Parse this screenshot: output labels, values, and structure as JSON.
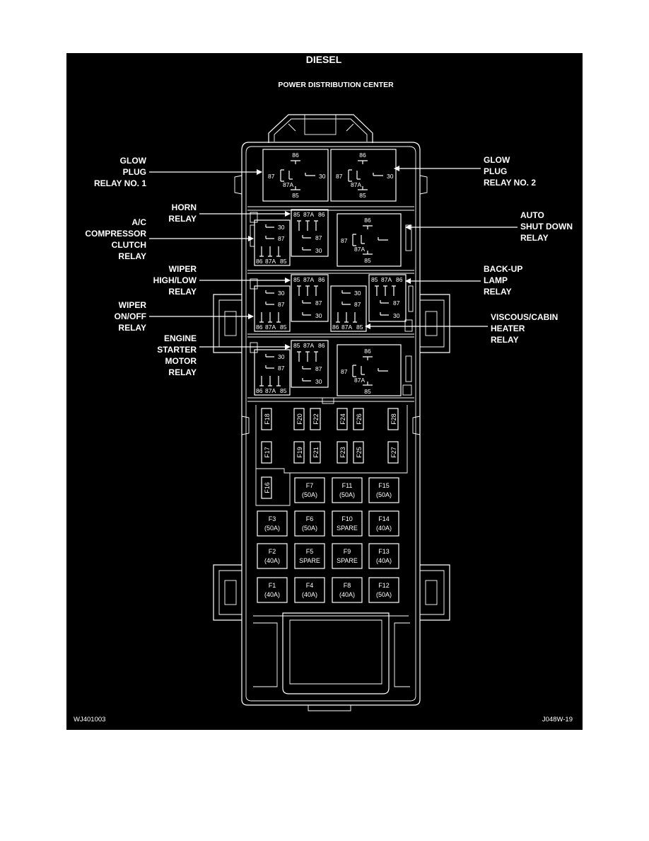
{
  "header": {
    "title": "DIESEL",
    "subtitle": "POWER DISTRIBUTION CENTER"
  },
  "footer": {
    "left_code": "WJ401003",
    "right_code": "J048W-19"
  },
  "colors": {
    "background": "#000000",
    "lines": "#ffffff"
  },
  "callouts": {
    "glow_plug_1": [
      "GLOW",
      "PLUG",
      "RELAY NO. 1"
    ],
    "glow_plug_2": [
      "GLOW",
      "PLUG",
      "RELAY NO. 2"
    ],
    "horn": [
      "HORN",
      "RELAY"
    ],
    "ac_compressor": [
      "A/C",
      "COMPRESSOR",
      "CLUTCH",
      "RELAY"
    ],
    "auto_shutdown": [
      "AUTO",
      "SHUT DOWN",
      "RELAY"
    ],
    "wiper_high_low": [
      "WIPER",
      "HIGH/LOW",
      "RELAY"
    ],
    "backup_lamp": [
      "BACK-UP",
      "LAMP",
      "RELAY"
    ],
    "wiper_on_off": [
      "WIPER",
      "ON/OFF",
      "RELAY"
    ],
    "viscous_cabin": [
      "VISCOUS/CABIN",
      "HEATER",
      "RELAY"
    ],
    "engine_starter": [
      "ENGINE",
      "STARTER",
      "MOTOR",
      "RELAY"
    ]
  },
  "relay_pins": {
    "p85": "85",
    "p86": "86",
    "p87": "87",
    "p87a": "87A",
    "p30": "30"
  },
  "small_fuses": [
    "F16",
    "F17",
    "F18",
    "F19",
    "F20",
    "F21",
    "F22",
    "F23",
    "F24",
    "F25",
    "F26",
    "F27",
    "F28"
  ],
  "maxi_fuses": {
    "F1": {
      "name": "F1",
      "rating": "(40A)"
    },
    "F2": {
      "name": "F2",
      "rating": "(40A)"
    },
    "F3": {
      "name": "F3",
      "rating": "(50A)"
    },
    "F4": {
      "name": "F4",
      "rating": "(40A)"
    },
    "F5": {
      "name": "F5",
      "rating": "SPARE"
    },
    "F6": {
      "name": "F6",
      "rating": "(50A)"
    },
    "F7": {
      "name": "F7",
      "rating": "(50A)"
    },
    "F8": {
      "name": "F8",
      "rating": "(40A)"
    },
    "F9": {
      "name": "F9",
      "rating": "SPARE"
    },
    "F10": {
      "name": "F10",
      "rating": "SPARE"
    },
    "F11": {
      "name": "F11",
      "rating": "(50A)"
    },
    "F12": {
      "name": "F12",
      "rating": "(50A)"
    },
    "F13": {
      "name": "F13",
      "rating": "(40A)"
    },
    "F14": {
      "name": "F14",
      "rating": "(40A)"
    },
    "F15": {
      "name": "F15",
      "rating": "(50A)"
    }
  }
}
